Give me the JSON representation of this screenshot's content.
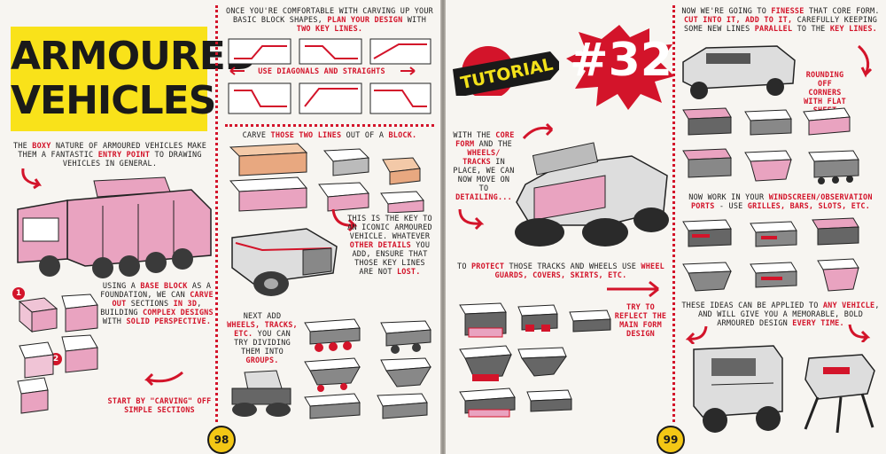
{
  "left": {
    "title_line1": "ARMOURED",
    "title_line2": "VEHICLES",
    "intro": [
      "THE ",
      "BOXY",
      " NATURE OF ARMOURED VEHICLES MAKE THEM A FANTASTIC ",
      "ENTRY POINT",
      " TO DRAWING VEHICLES IN GENERAL."
    ],
    "base_block": [
      "USING A ",
      "BASE BLOCK",
      " AS A FOUNDATION, WE CAN ",
      "CARVE OUT",
      " SECTIONS ",
      "IN 3D",
      ", BUILDING ",
      "COMPLEX DESIGNS",
      " WITH ",
      "SOLID PERSPECTIVE."
    ],
    "step1": "1",
    "step2": "2",
    "start_carving": "START BY \"CARVING\" OFF SIMPLE SECTIONS",
    "carving_up": [
      "ONCE YOU'RE COMFORTABLE WITH CARVING UP YOUR BASIC BLOCK SHAPES, ",
      "PLAN YOUR DESIGN",
      " WITH ",
      "TWO KEY LINES."
    ],
    "diagonals": "USE DIAGONALS AND STRAIGHTS",
    "carve_two": [
      "CARVE ",
      "THOSE TWO LINES",
      " OUT OF A ",
      "BLOCK."
    ],
    "key_text": [
      "THIS IS THE KEY TO AN ICONIC ARMOURED VEHICLE. WHATEVER ",
      "OTHER DETAILS",
      " YOU ADD, ENSURE THAT THOSE KEY LINES ARE NOT ",
      "LOST."
    ],
    "next_add": [
      "NEXT ADD ",
      "WHEELS, TRACKS, ETC.",
      " YOU CAN TRY DIVIDING THEM INTO ",
      "GROUPS."
    ],
    "page_number": "98"
  },
  "right": {
    "tutorial_label": "TUTORIAL",
    "tutorial_number": "#32",
    "core_form": [
      "WITH THE ",
      "CORE FORM",
      " AND THE ",
      "WHEELS/ TRACKS",
      " IN PLACE, WE CAN NOW MOVE ON TO ",
      "DETAILING..."
    ],
    "protect": [
      "TO ",
      "PROTECT",
      " THOSE TRACKS AND WHEELS USE ",
      "WHEEL GUARDS, COVERS, SKIRTS, ETC."
    ],
    "reflect": "TRY TO REFLECT THE MAIN FORM DESIGN",
    "finesse": [
      "NOW WE'RE GOING TO ",
      "FINESSE",
      " THAT CORE FORM. ",
      "CUT INTO IT, ADD TO IT,",
      " CAREFULLY KEEPING SOME NEW LINES ",
      "PARALLEL",
      " TO THE ",
      "KEY LINES."
    ],
    "rounding": "ROUNDING OFF CORNERS WITH FLAT SHEET METAL.",
    "windscreen": [
      "NOW WORK IN YOUR ",
      "WINDSCREEN/OBSERVATION PORTS",
      " - USE ",
      "GRILLES, BARS, SLOTS, ETC."
    ],
    "applied": [
      "THESE IDEAS CAN BE APPLIED TO ",
      "ANY VEHICLE",
      ", AND WILL GIVE YOU A MEMORABLE, BOLD ARMOURED DESIGN ",
      "EVERY TIME."
    ],
    "page_number": "99"
  },
  "colors": {
    "accent_red": "#d3142a",
    "pink_fill": "#e9a3c0",
    "title_yellow": "#f9e21a",
    "page_bg": "#f7f5f1",
    "dark_gray": "#3a3a3a"
  },
  "icons": [
    "curved-arrow-icon",
    "double-arrow-icon",
    "sketch-vehicle"
  ]
}
